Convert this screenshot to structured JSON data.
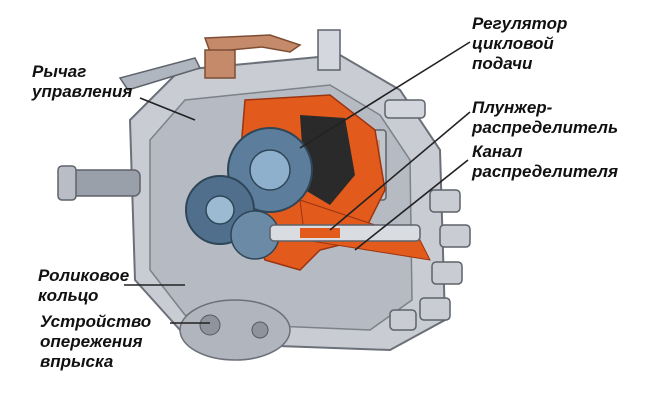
{
  "labels": {
    "control_lever": "Рычаг\nуправления",
    "cycle_regulator": "Регулятор\nцикловой\nподачи",
    "plunger_distributor": "Плунжер-\nраспределитель",
    "distributor_channel": "Канал\nраспределителя",
    "roller_ring": "Роликовое\nкольцо",
    "injection_advance": "Устройство\nопережения\nвпрыска"
  },
  "colors": {
    "casing": "#c9ccd3",
    "casing_dark": "#8e939c",
    "section_orange": "#e25a1c",
    "gear_blue": "#5c7d9b",
    "lever_copper": "#c48a6a",
    "label_text": "#111111"
  }
}
